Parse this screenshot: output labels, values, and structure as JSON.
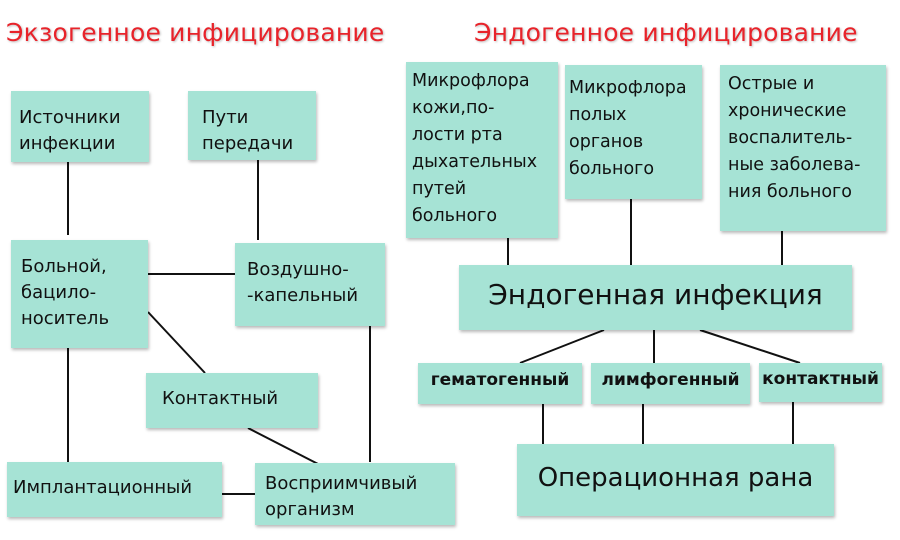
{
  "headings": {
    "exogenous": "Экзогенное инфицирование",
    "endogenous": "Эндогенное инфицирование"
  },
  "exogenous": {
    "sources": "Источники\nинфекции",
    "transmission": "Пути\nпередачи",
    "patient_carrier": "Больной,\nбацило-\nноситель",
    "airborne": "Воздушно-\n-капельный",
    "contact": "Контактный",
    "implantation": "Имплантационный",
    "susceptible": "Восприимчивый\nорганизм"
  },
  "endogenous": {
    "skin_flora": "Микрофлора\nкожи,по-\nлости рта\nдыхательных\nпутей\nбольного",
    "hollow_flora": "Микрофлора\nполых\nорганов\nбольного",
    "inflammatory": "Острые и\nхронические\nвоспалитель-\nные заболева-\nния больного",
    "infection": "Эндогенная инфекция",
    "hematogenous": "гематогенный",
    "lymphogenous": "лимфогенный",
    "contact": "контактный",
    "wound": "Операционная рана"
  },
  "colors": {
    "box": "#a6e3d5",
    "heading": "#e8232a",
    "line": "#111111"
  }
}
